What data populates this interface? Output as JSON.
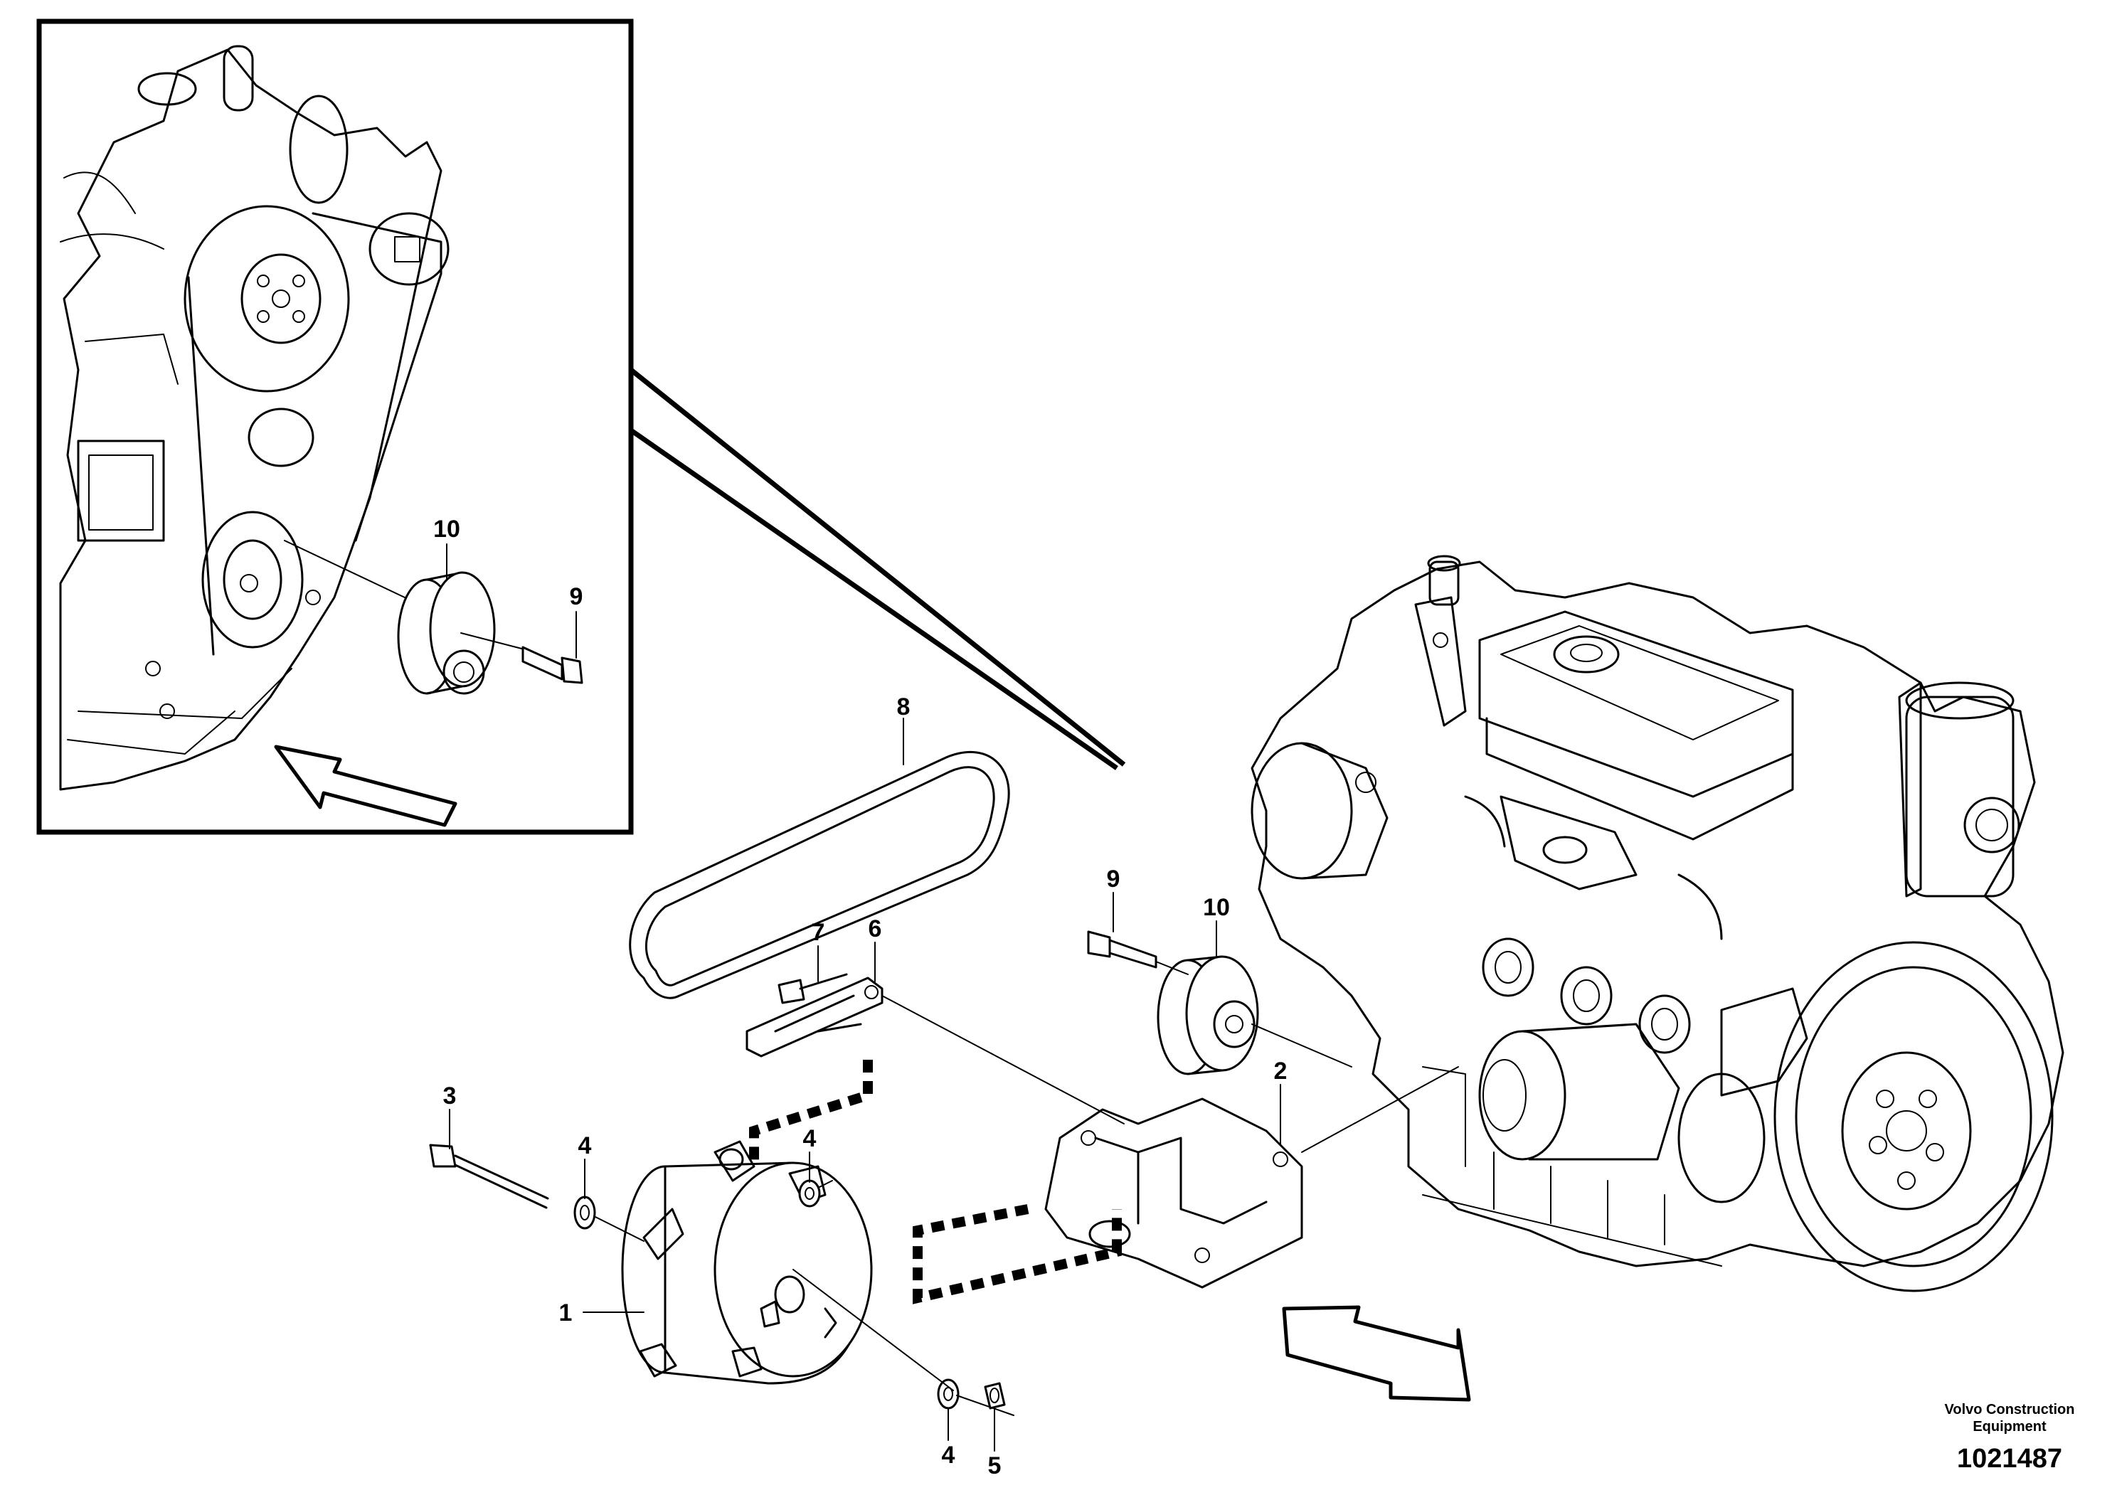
{
  "callouts": {
    "c1": "1",
    "c2": "2",
    "c3": "3",
    "c4a": "4",
    "c4b": "4",
    "c4c": "4",
    "c5": "5",
    "c6": "6",
    "c7": "7",
    "c8": "8",
    "c9_inset": "9",
    "c10_inset": "10",
    "c9_main": "9",
    "c10_main": "10"
  },
  "footer": {
    "brand_line1": "Volvo Construction",
    "brand_line2": "Equipment",
    "drawing_number": "1021487"
  }
}
